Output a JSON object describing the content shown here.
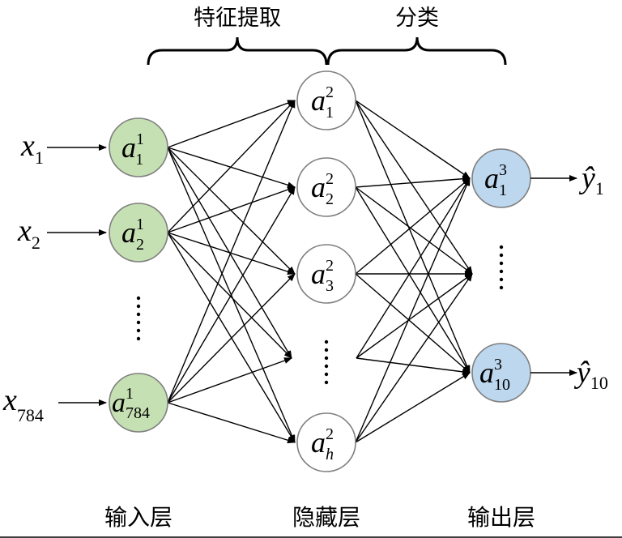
{
  "colors": {
    "input_node_fill": "#c5e0b3",
    "hidden_node_fill": "#ffffff",
    "output_node_fill": "#bdd7ee",
    "node_stroke": "#7f7f7f",
    "edge": "#000000"
  },
  "headers": {
    "feature_extraction": "特征提取",
    "classification": "分类"
  },
  "layer_labels": {
    "input": "输入层",
    "hidden": "隐藏层",
    "output": "输出层"
  },
  "inputs": [
    {
      "base": "x",
      "sub": "1"
    },
    {
      "base": "x",
      "sub": "2"
    },
    {
      "base": "x",
      "sub": "784"
    }
  ],
  "input_nodes": [
    {
      "base": "a",
      "sup": "1",
      "sub": "1"
    },
    {
      "base": "a",
      "sup": "1",
      "sub": "2"
    },
    {
      "base": "a",
      "sup": "1",
      "sub": "784"
    }
  ],
  "hidden_nodes": [
    {
      "base": "a",
      "sup": "2",
      "sub": "1"
    },
    {
      "base": "a",
      "sup": "2",
      "sub": "2"
    },
    {
      "base": "a",
      "sup": "2",
      "sub": "3"
    },
    {
      "base": "a",
      "sup": "2",
      "sub": "h"
    }
  ],
  "output_nodes": [
    {
      "base": "a",
      "sup": "3",
      "sub": "1"
    },
    {
      "base": "a",
      "sup": "3",
      "sub": "10"
    }
  ],
  "outputs": [
    {
      "base": "ŷ",
      "sub": "1"
    },
    {
      "base": "ŷ",
      "sub": "10"
    }
  ]
}
